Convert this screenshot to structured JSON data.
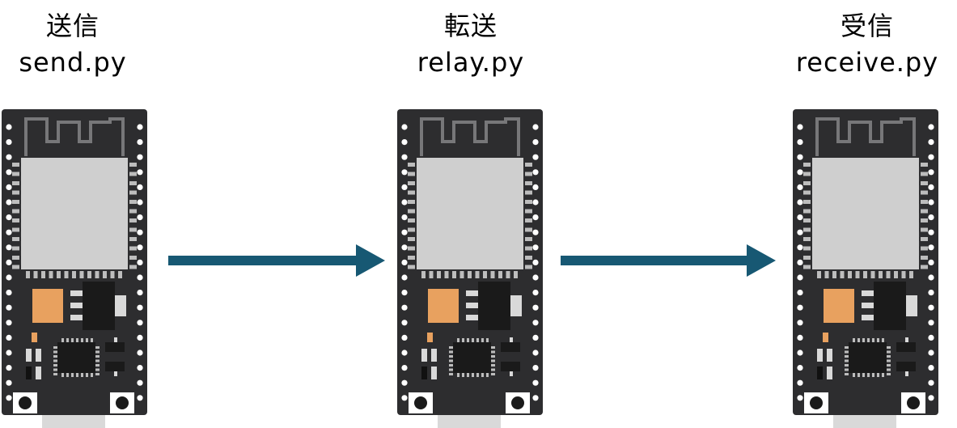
{
  "nodes": [
    {
      "role": "送信",
      "file": "send.py"
    },
    {
      "role": "転送",
      "file": "relay.py"
    },
    {
      "role": "受信",
      "file": "receive.py"
    }
  ],
  "colors": {
    "arrow": "#175873",
    "pcb": "#2d2d2f",
    "module": "#cfcfcf",
    "orange_chip": "#e8a15f",
    "ic": "#1a1a1a",
    "pin": "#ffffff",
    "usb": "#d9d9d9"
  }
}
